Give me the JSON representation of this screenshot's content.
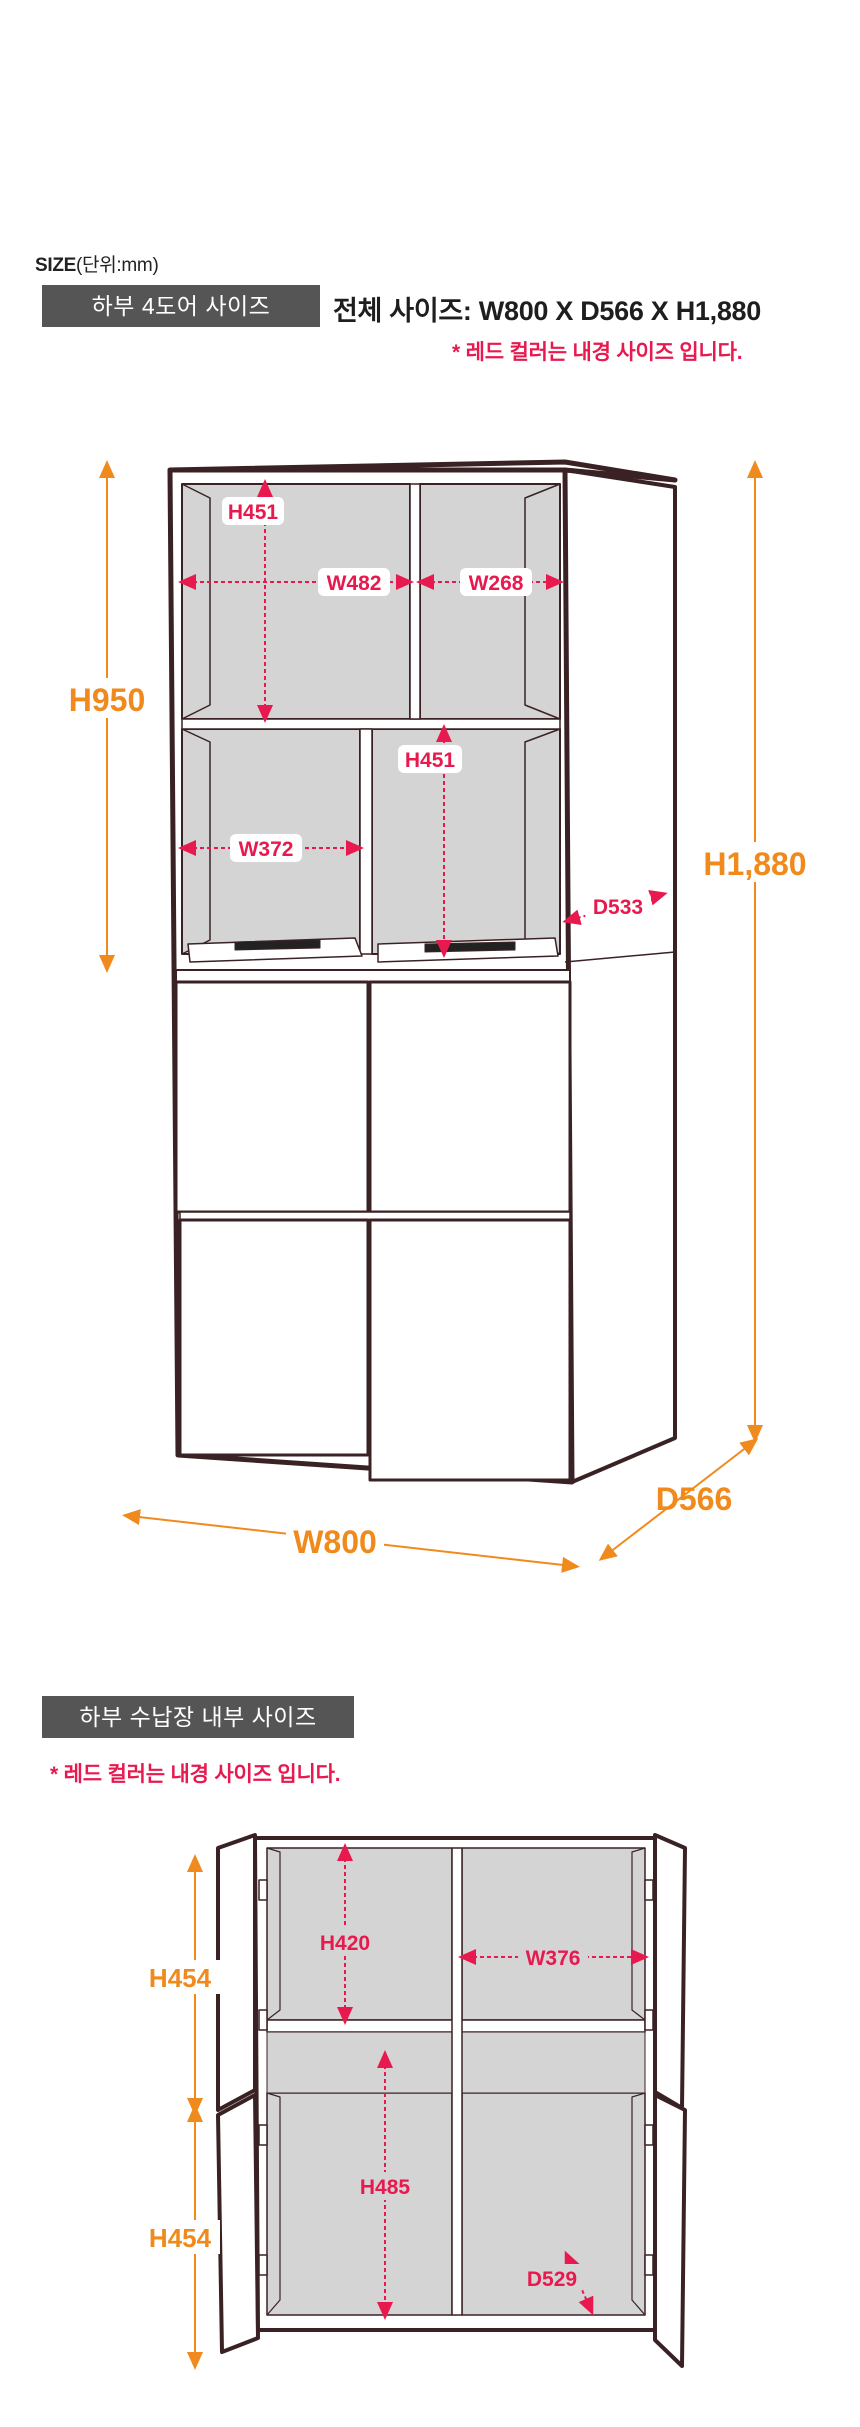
{
  "header": {
    "size_bold": "SIZE",
    "size_unit": "(단위:mm)",
    "section1_tag": "하부 4도어 사이즈",
    "total_size": "전체 사이즈: W800 X D566 X H1,880",
    "note": "* 레드 컬러는 내경 사이즈 입니다."
  },
  "diagram1": {
    "inner": {
      "h_top_left": "H451",
      "w_top_left": "W482",
      "w_top_right": "W268",
      "h_mid_right": "H451",
      "w_mid_left": "W372",
      "d_depth": "D533"
    },
    "outer": {
      "h_upper": "H950",
      "h_total": "H1,880",
      "width": "W800",
      "depth": "D566"
    }
  },
  "section2": {
    "tag": "하부 수납장  내부 사이즈",
    "note": "* 레드 컬러는 내경 사이즈 입니다."
  },
  "diagram2": {
    "inner": {
      "h_upper": "H420",
      "w_right": "W376",
      "h_lower": "H485",
      "d_depth": "D529"
    },
    "outer": {
      "h_top": "H454",
      "h_bottom": "H454"
    }
  },
  "colors": {
    "inner_dim": "#e8194e",
    "outer_dim": "#f08a1c",
    "tag_bg": "#555555",
    "interior": "#d4d4d4",
    "outline": "#3a2224"
  }
}
